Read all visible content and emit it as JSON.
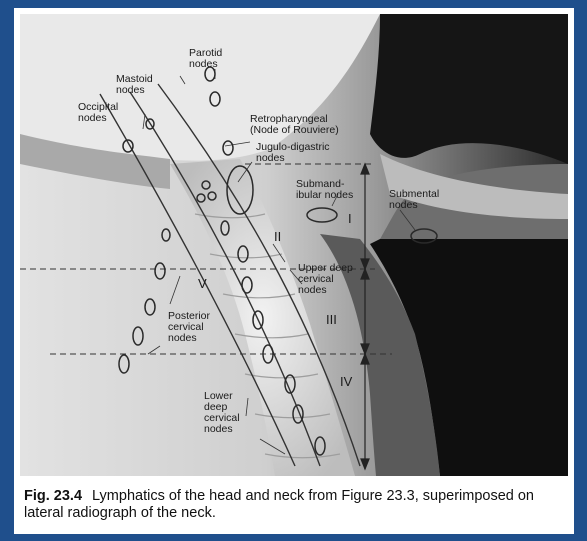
{
  "figure": {
    "labels": {
      "parotid": "Parotid\nnodes",
      "mastoid": "Mastoid\nnodes",
      "occipital": "Occipital\nnodes",
      "retropharyngeal": "Retropharyngeal\n(Node of Rouviere)",
      "jugulodigastric": "Jugulo-digastric\nnodes",
      "submandibular": "Submand-\nibular nodes",
      "submental": "Submental\nnodes",
      "upper_deep": "Upper deep\ncervical\nnodes",
      "posterior": "Posterior\ncervical\nnodes",
      "lower_deep": "Lower\ndeep\ncervical\nnodes"
    },
    "zones": {
      "i": "I",
      "ii": "II",
      "iii": "III",
      "iv": "IV",
      "v": "V"
    }
  },
  "caption": {
    "label": "Fig. 23.4",
    "text": "Lymphatics of the head and neck from Figure 23.3, superimposed on lateral radiograph of the neck."
  }
}
